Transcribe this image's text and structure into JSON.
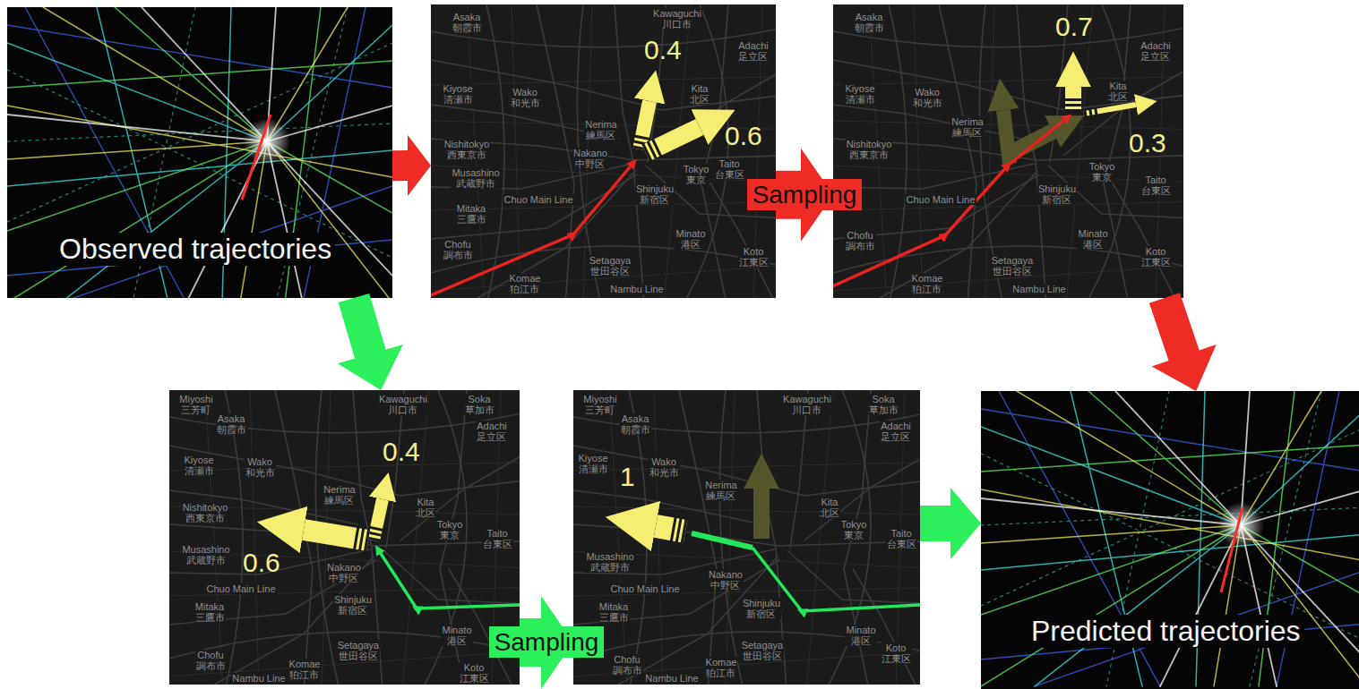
{
  "diagram": {
    "nodes": [
      {
        "text": [
          "Observed trajectories"
        ]
      },
      {
        "text": [
          "0.4",
          "0.6",
          "Asaka 朝霞市",
          "Kawaguchi 川口市",
          "Adachi 足立区",
          "Kiyose 清瀬市",
          "Wako 和光市",
          "Nerima 練馬区",
          "Kita 北区",
          "Nishitokyo 西東京市",
          "Musashino 武蔵野市",
          "Nakano 中野区",
          "Chuo Main Line",
          "Mitaka 三鷹市",
          "Shinjuku 新宿区",
          "Tokyo 東京",
          "Taito 台東区",
          "Setagaya 世田谷区",
          "Minato 港区",
          "Koto 江東区",
          "Chofu 調布市",
          "Komae 狛江市",
          "Nambu Line"
        ]
      },
      {
        "text": [
          "0.7",
          "0.3",
          "Asaka 朝霞市",
          "Adachi 足立区",
          "Kiyose 清瀬市",
          "Wako 和光市",
          "Nerima 練馬区",
          "Kita 北区",
          "Nishitokyo 西東京市",
          "Chuo Main Line",
          "Shinjuku 新宿区",
          "Tokyo 東京",
          "Taito 台東区",
          "Setagaya 世田谷区",
          "Minato 港区",
          "Koto 江東区",
          "Chofu 調布市",
          "Komae 狛江市",
          "Nambu Line"
        ]
      },
      {
        "text": [
          "0.4",
          "0.6",
          "Miyoshi 三芳町",
          "Kawaguchi 川口市",
          "Soka 草加市",
          "Asaka 朝霞市",
          "Adachi 足立区",
          "Kiyose 清瀬市",
          "Wako 和光市",
          "Nerima 練馬区",
          "Kita 北区",
          "Nishitokyo 西東京市",
          "Tokyo 東京",
          "Taito 台東区",
          "Nakano 中野区",
          "Musashino 武蔵野市",
          "Chuo Main Line",
          "Mitaka 三鷹市",
          "Shinjuku 新宿区",
          "Setagaya 世田谷区",
          "Minato 港区",
          "Koto 江東区",
          "Komae 狛江市",
          "Chofu 調布市",
          "Nambu Line"
        ]
      },
      {
        "text": [
          "1",
          "Miyoshi 三芳町",
          "Kawaguchi 川口市",
          "Soka 草加市",
          "Asaka 朝霞市",
          "Adachi 足立区",
          "Kiyose 清瀬市",
          "Wako 和光市",
          "Nerima 練馬区",
          "Kita 北区",
          "Tokyo 東京",
          "Taito 台東区",
          "Nakano 中野区",
          "Musashino 武蔵野市",
          "Chuo Main Line",
          "Mitaka 三鷹市",
          "Shinjuku 新宿区",
          "Setagaya 世田谷区",
          "Minato 港区",
          "Koto 江東区",
          "Komae 狛江市",
          "Chofu 調布市",
          "Nambu Line"
        ]
      },
      {
        "text": [
          "Predicted trajectories"
        ]
      }
    ],
    "edges": [
      {
        "from": 0,
        "to": 1,
        "arrow": "to"
      },
      {
        "from": 1,
        "to": 2,
        "label": "Sampling",
        "arrow": "to"
      },
      {
        "from": 2,
        "to": 5,
        "arrow": "to"
      },
      {
        "from": 0,
        "to": 3,
        "arrow": "to"
      },
      {
        "from": 3,
        "to": 4,
        "label": "Sampling",
        "arrow": "to"
      },
      {
        "from": 4,
        "to": 5,
        "arrow": "to"
      }
    ]
  }
}
